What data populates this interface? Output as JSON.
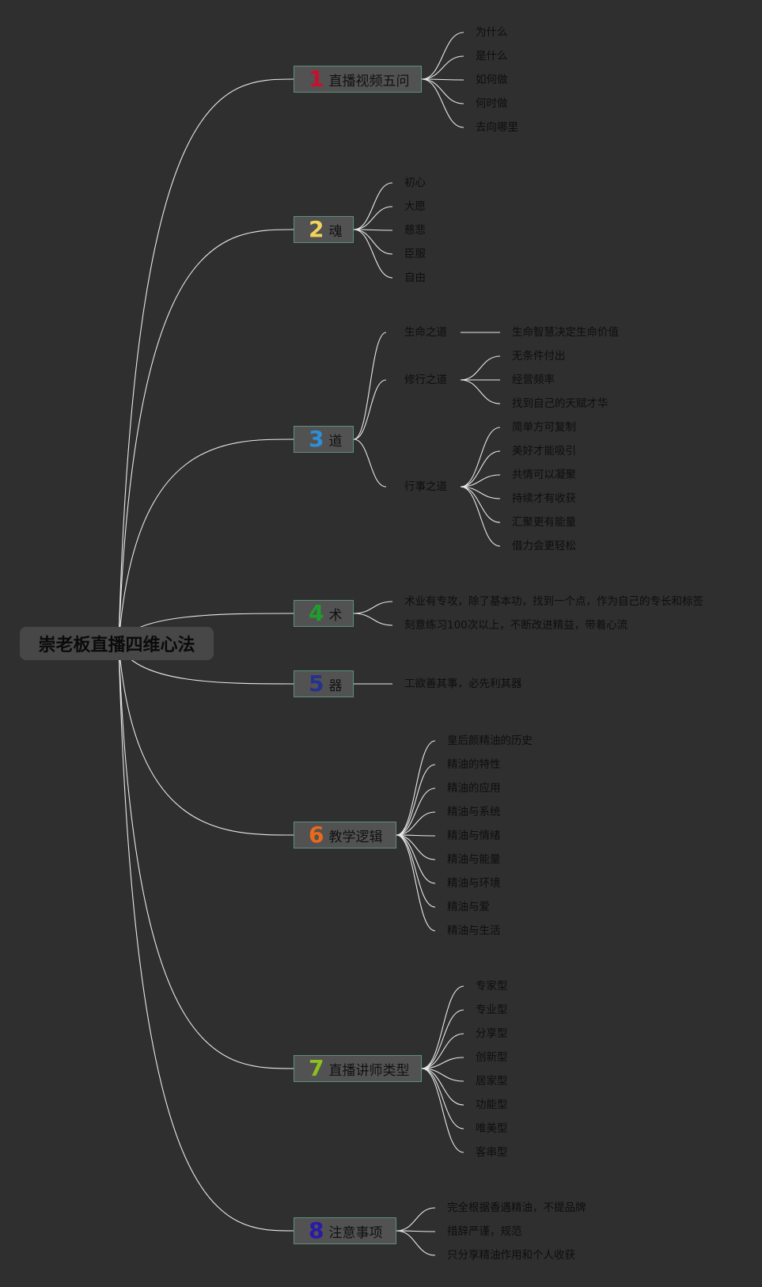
{
  "root": {
    "label": "崇老板直播四维心法"
  },
  "branches": [
    {
      "number": "1",
      "color": "#c8102e",
      "label": "直播视频五问",
      "leaves": [
        {
          "label": "为什么"
        },
        {
          "label": "是什么"
        },
        {
          "label": "如何做"
        },
        {
          "label": "何时做"
        },
        {
          "label": "去向哪里"
        }
      ]
    },
    {
      "number": "2",
      "color": "#f2d35c",
      "label": "魂",
      "leaves": [
        {
          "label": "初心"
        },
        {
          "label": "大愿"
        },
        {
          "label": "慈悲"
        },
        {
          "label": "臣服"
        },
        {
          "label": "自由"
        }
      ]
    },
    {
      "number": "3",
      "color": "#2e8fd8",
      "label": "道",
      "leaves": [
        {
          "label": "生命之道",
          "children": [
            "生命智慧决定生命价值"
          ]
        },
        {
          "label": "修行之道",
          "children": [
            "无条件付出",
            "经营频率",
            "找到自己的天赋才华"
          ]
        },
        {
          "label": "行事之道",
          "children": [
            "简单方可复制",
            "美好才能吸引",
            "共情可以凝聚",
            "持续才有收获",
            "汇聚更有能量",
            "借力会更轻松"
          ]
        }
      ]
    },
    {
      "number": "4",
      "color": "#1f9e2c",
      "label": "术",
      "leaves": [
        {
          "label": "术业有专攻，除了基本功，找到一个点，作为自己的专长和标签"
        },
        {
          "label": "刻意练习100次以上，不断改进精益，带着心流"
        }
      ]
    },
    {
      "number": "5",
      "color": "#26318f",
      "label": "器",
      "leaves": [
        {
          "label": "工欲善其事，必先利其器"
        }
      ]
    },
    {
      "number": "6",
      "color": "#e86a1a",
      "label": "教学逻辑",
      "leaves": [
        {
          "label": "皇后颜精油的历史"
        },
        {
          "label": "精油的特性"
        },
        {
          "label": "精油的应用"
        },
        {
          "label": "精油与系统"
        },
        {
          "label": "精油与情绪"
        },
        {
          "label": "精油与能量"
        },
        {
          "label": "精油与环境"
        },
        {
          "label": "精油与爱"
        },
        {
          "label": "精油与生活"
        }
      ]
    },
    {
      "number": "7",
      "color": "#8cbf1f",
      "label": "直播讲师类型",
      "leaves": [
        {
          "label": "专家型"
        },
        {
          "label": "专业型"
        },
        {
          "label": "分享型"
        },
        {
          "label": "创新型"
        },
        {
          "label": "居家型"
        },
        {
          "label": "功能型"
        },
        {
          "label": "唯美型"
        },
        {
          "label": "客串型"
        }
      ]
    },
    {
      "number": "8",
      "color": "#2a1aa8",
      "label": "注意事项",
      "leaves": [
        {
          "label": "完全根据香遇精油，不提品牌"
        },
        {
          "label": "措辞严谨，规范"
        },
        {
          "label": "只分享精油作用和个人收获"
        }
      ]
    }
  ]
}
